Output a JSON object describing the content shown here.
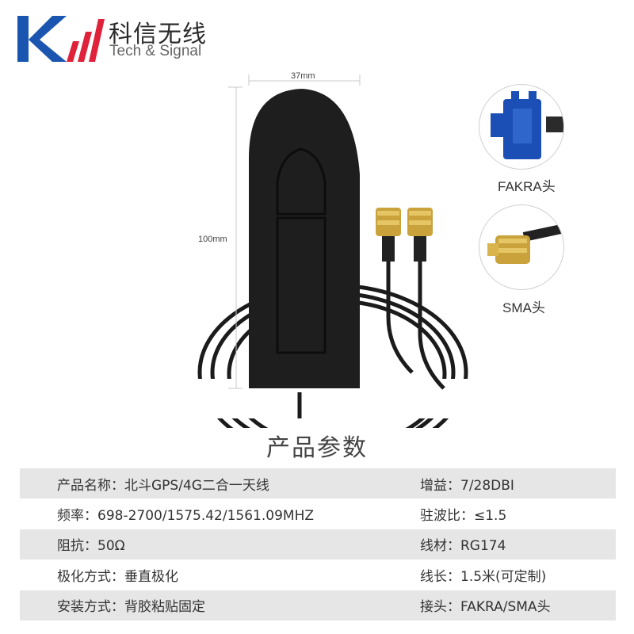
{
  "brand": {
    "name_cn": "科信无线",
    "name_en": "Tech & Signal",
    "colors": {
      "blue": "#1a56b0",
      "red": "#e0213a"
    }
  },
  "dimensions": {
    "width_label": "37mm",
    "height_label": "100mm"
  },
  "connectors": [
    {
      "label": "FAKRA头",
      "icon": "fakra-connector-icon"
    },
    {
      "label": "SMA头",
      "icon": "sma-connector-icon"
    }
  ],
  "specs": {
    "title": "产品参数",
    "rows": [
      {
        "left": "产品名称：北斗GPS/4G二合一天线",
        "right": "增益：7/28DBI"
      },
      {
        "left": "频率：698-2700/1575.42/1561.09MHZ",
        "right": "驻波比：≤1.5"
      },
      {
        "left": "阻抗：50Ω",
        "right": "线材：RG174"
      },
      {
        "left": "极化方式：垂直极化",
        "right": "线长：1.5米(可定制)"
      },
      {
        "left": "安装方式：背胶粘贴固定",
        "right": "接头：FAKRA/SMA头"
      }
    ]
  }
}
